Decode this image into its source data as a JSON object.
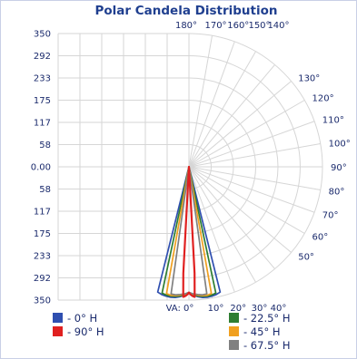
{
  "chart_data": {
    "type": "polar",
    "title": "Polar Candela Distribution",
    "radial_tick_labels": [
      "350",
      "292",
      "233",
      "175",
      "117",
      "58",
      "0.00",
      "58",
      "117",
      "175",
      "233",
      "292",
      "350"
    ],
    "radial_max": 350,
    "top_angle_labels": [
      "180°",
      "170°",
      "160°",
      "150°",
      "140°"
    ],
    "right_angle_labels": [
      "130°",
      "120°",
      "110°",
      "100°",
      "90°",
      "80°",
      "70°",
      "60°",
      "50°"
    ],
    "bottom_angle_labels": [
      "VA: 0°",
      "10°",
      "20°",
      "30°",
      "40°"
    ],
    "grid": true,
    "legend_position": "bottom",
    "series": [
      {
        "name": "- 0° H",
        "color": "#2f4fb0",
        "angles": [
          0,
          2,
          4,
          6,
          8,
          10,
          12,
          14,
          16,
          20,
          40,
          60,
          90
        ],
        "values": [
          330,
          337,
          342,
          345,
          346,
          345,
          343,
          339,
          0,
          0,
          0,
          0,
          0
        ]
      },
      {
        "name": "- 90° H",
        "color": "#e02020",
        "angles": [
          0,
          0.5,
          1,
          1.5,
          2,
          2.5,
          3,
          4,
          6,
          10,
          40,
          90
        ],
        "values": [
          330,
          334,
          337,
          339,
          341,
          342,
          280,
          0,
          0,
          0,
          0,
          0
        ]
      },
      {
        "name": "- 22.5° H",
        "color": "#2e7d32",
        "angles": [
          0,
          2,
          4,
          6,
          8,
          10,
          12,
          14,
          20,
          40,
          90
        ],
        "values": [
          330,
          336,
          340,
          342,
          343,
          342,
          339,
          0,
          0,
          0,
          0
        ]
      },
      {
        "name": "- 45° H",
        "color": "#f0a020",
        "angles": [
          0,
          2,
          4,
          6,
          8,
          10,
          12,
          20,
          40,
          90
        ],
        "values": [
          330,
          335,
          338,
          340,
          341,
          338,
          0,
          0,
          0,
          0
        ]
      },
      {
        "name": "- 67.5° H",
        "color": "#808080",
        "angles": [
          0,
          2,
          4,
          6,
          8,
          10,
          20,
          40,
          90
        ],
        "values": [
          330,
          334,
          336,
          338,
          337,
          0,
          0,
          0,
          0
        ]
      }
    ]
  }
}
